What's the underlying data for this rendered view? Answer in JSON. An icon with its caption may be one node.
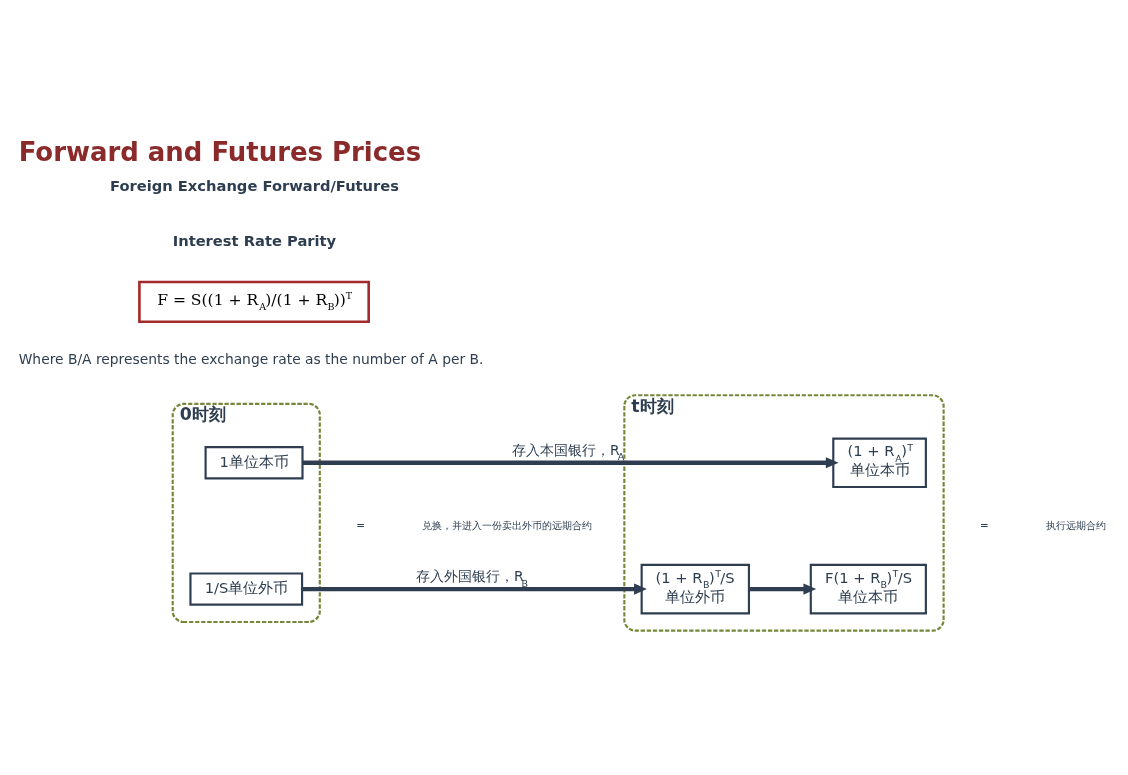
{
  "diagram": {
    "title": "Forward and Futures Prices",
    "nodes": [
      {
        "text": [
          "0时刻"
        ]
      },
      {
        "text": [
          "1单位本币"
        ],
        "in": 0
      },
      {
        "text": [
          "1/S单位外币"
        ],
        "in": 0
      },
      {
        "text": [
          "t时刻"
        ]
      },
      {
        "text": [
          "(1 + R$_{A}$)$^{T}$",
          "单位本币"
        ],
        "in": 3
      },
      {
        "text": [
          "(1 + R$_{B}$)$^{T}$/S",
          "单位外币"
        ],
        "in": 3
      },
      {
        "text": [
          "F(1 + R$_{B}$)$^{T}$/S",
          "单位本币"
        ],
        "in": 3
      },
      {
        "text": [
          "F = S((1 + R$_{A}$)/(1 + R$_{B}$))$^{T}$"
        ]
      }
    ],
    "edges": [
      {
        "from": 1,
        "to": 4,
        "arrow": "to",
        "label": "存入本国银行，R$_{A}$"
      },
      {
        "from": 2,
        "to": 5,
        "arrow": "to",
        "label": "存入外国银行，R$_{B}$"
      },
      {
        "from": 5,
        "to": 6,
        "arrow": "to"
      }
    ],
    "labels": [
      "Foreign Exchange Forward/Futures",
      "Interest Rate Parity",
      "Where B/A represents the exchange rate as the number of A per B.",
      "=",
      "兑换，并进入一份卖出外币的远期合约",
      "=",
      "执行远期合约"
    ]
  }
}
